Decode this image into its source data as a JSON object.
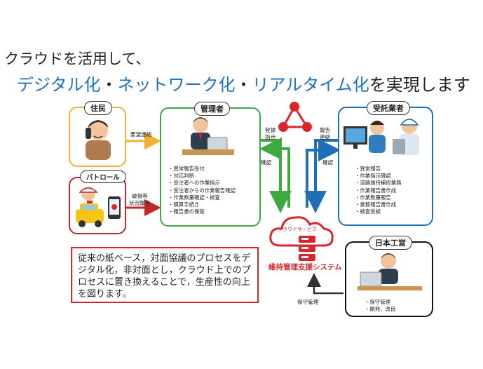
{
  "heading": {
    "line1": "クラウドを活用して、",
    "part1": "デジタル化",
    "dot1": "・",
    "part2": "ネットワーク化",
    "dot2": "・",
    "part3": "リアルタイム化",
    "tail": "を実現します"
  },
  "resident": {
    "title": "住民"
  },
  "patrol": {
    "title": "パトロール"
  },
  "manager": {
    "title": "管理者",
    "tasks": [
      "異常報告受付",
      "対応判断",
      "受注者への作業指示",
      "受注者からの作業報告確認",
      "作業数量確認・検査",
      "積算手続き",
      "報告書の保管"
    ]
  },
  "contractor": {
    "title": "受託業者",
    "tasks": [
      "異常報告",
      "作業指示確認",
      "道路維持補修業務",
      "作業報告書作成",
      "作業数量報告",
      "業務報告書作成",
      "検査受検"
    ]
  },
  "nihon": {
    "title": "日本工営",
    "tasks": [
      "保守管理",
      "開発、改良"
    ]
  },
  "cloud": {
    "label": "クラウドサービス",
    "system": "維持管理支援システム"
  },
  "arrows": {
    "request": "要望連絡",
    "damage1": "破損等",
    "damage2": "状況報告",
    "register1": "登録",
    "register2": "指示",
    "report1": "報告",
    "report2": "連絡",
    "confirm_left": "確認",
    "confirm_right": "確認",
    "maintenance": "保守管理"
  },
  "note": {
    "text": "従来の紙ベース，対面協議のプロセスをデジタル化，非対面とし，クラウド上でのプロセスに置き換えることで，生産性の向上を図ります。"
  },
  "colors": {
    "blue": "#1e73be",
    "resident_border": "#f2b134",
    "patrol_border": "#c0282d",
    "manager_border": "#3daa3f",
    "contractor_border": "#1f6fb5",
    "nihon_border": "#111111",
    "red": "#d9262c",
    "green": "#3daa3f"
  }
}
